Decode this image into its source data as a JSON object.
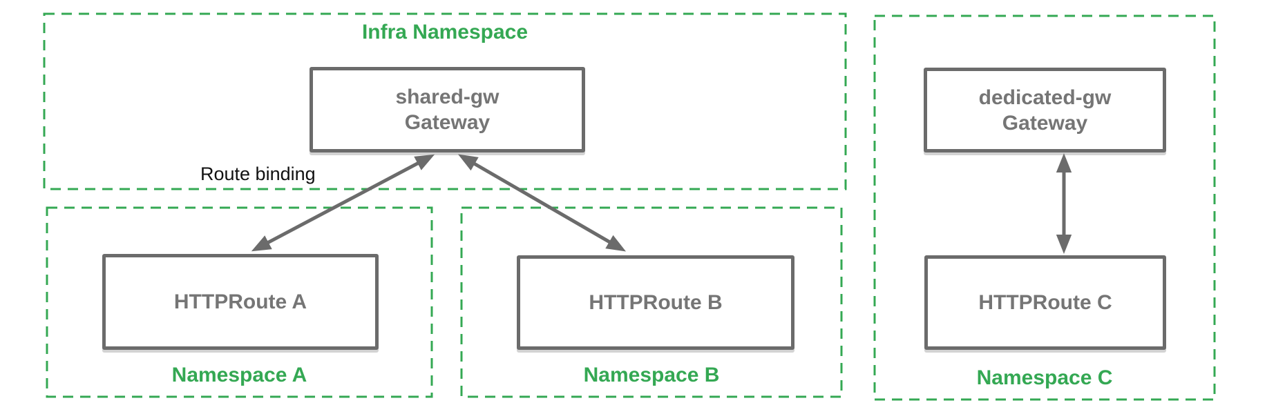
{
  "colors": {
    "namespace_green": "#34a853",
    "node_border_gray": "#6b6b6b",
    "node_text_gray": "#757575",
    "annotation_black": "#111111",
    "background": "#ffffff"
  },
  "infra_namespace": {
    "title": "Infra Namespace",
    "gateway": {
      "line1": "shared-gw",
      "line2": "Gateway"
    }
  },
  "route_binding_label": "Route binding",
  "namespace_a": {
    "title": "Namespace A",
    "route": "HTTPRoute A"
  },
  "namespace_b": {
    "title": "Namespace B",
    "route": "HTTPRoute B"
  },
  "namespace_c": {
    "title": "Namespace C",
    "gateway": {
      "line1": "dedicated-gw",
      "line2": "Gateway"
    },
    "route": "HTTPRoute C"
  },
  "arrows": [
    {
      "from": "HTTPRoute A",
      "to": "shared-gw Gateway",
      "style": "double-headed"
    },
    {
      "from": "HTTPRoute B",
      "to": "shared-gw Gateway",
      "style": "double-headed"
    },
    {
      "from": "HTTPRoute C",
      "to": "dedicated-gw Gateway",
      "style": "double-headed"
    }
  ]
}
